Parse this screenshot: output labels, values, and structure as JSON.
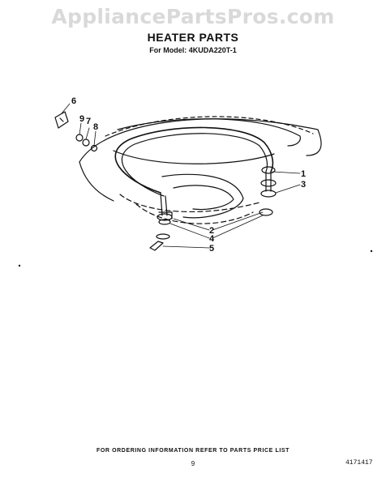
{
  "watermark": "AppliancePartsPros.com",
  "header": {
    "title": "HEATER PARTS",
    "model": "For Model: 4KUDA220T-1"
  },
  "callouts": [
    "1",
    "3",
    "6",
    "9",
    "7",
    "8",
    "2",
    "4",
    "5"
  ],
  "footer": {
    "ordering_note": "FOR ORDERING INFORMATION REFER TO PARTS PRICE LIST",
    "page_number": "9",
    "document_number": "4171417"
  }
}
